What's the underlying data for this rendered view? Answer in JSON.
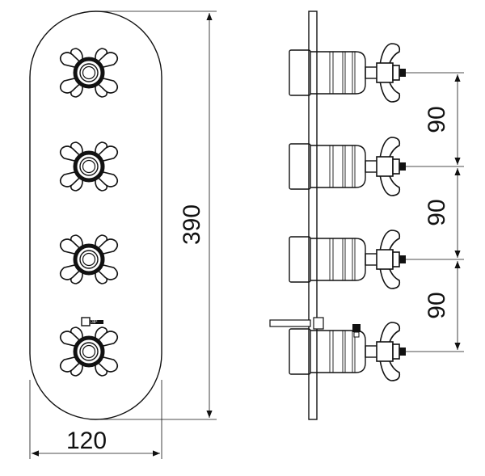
{
  "dimensions": {
    "plate_height": "390",
    "plate_width": "120",
    "spacing_top": "90",
    "spacing_middle": "90",
    "spacing_bottom": "90"
  },
  "handle_count": 4,
  "thermostatic_mark": "38°"
}
